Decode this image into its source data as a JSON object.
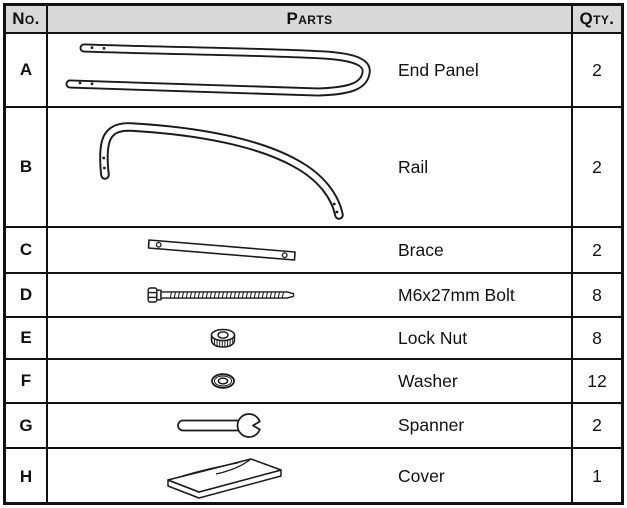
{
  "table": {
    "headers": {
      "no": "No.",
      "parts": "Parts",
      "qty": "Qty."
    },
    "rows": [
      {
        "no": "A",
        "label": "End Panel",
        "qty": "2",
        "illustration": "end-panel-drawing"
      },
      {
        "no": "B",
        "label": "Rail",
        "qty": "2",
        "illustration": "rail-drawing"
      },
      {
        "no": "C",
        "label": "Brace",
        "qty": "2",
        "illustration": "brace-drawing"
      },
      {
        "no": "D",
        "label": "M6x27mm Bolt",
        "qty": "8",
        "illustration": "bolt-drawing"
      },
      {
        "no": "E",
        "label": "Lock Nut",
        "qty": "8",
        "illustration": "lock-nut-drawing"
      },
      {
        "no": "F",
        "label": "Washer",
        "qty": "12",
        "illustration": "washer-drawing"
      },
      {
        "no": "G",
        "label": "Spanner",
        "qty": "2",
        "illustration": "spanner-drawing"
      },
      {
        "no": "H",
        "label": "Cover",
        "qty": "1",
        "illustration": "cover-drawing"
      }
    ],
    "colors": {
      "header_bg": "#d9d9d9",
      "border": "#111111",
      "line": "#1a1a1a"
    }
  }
}
